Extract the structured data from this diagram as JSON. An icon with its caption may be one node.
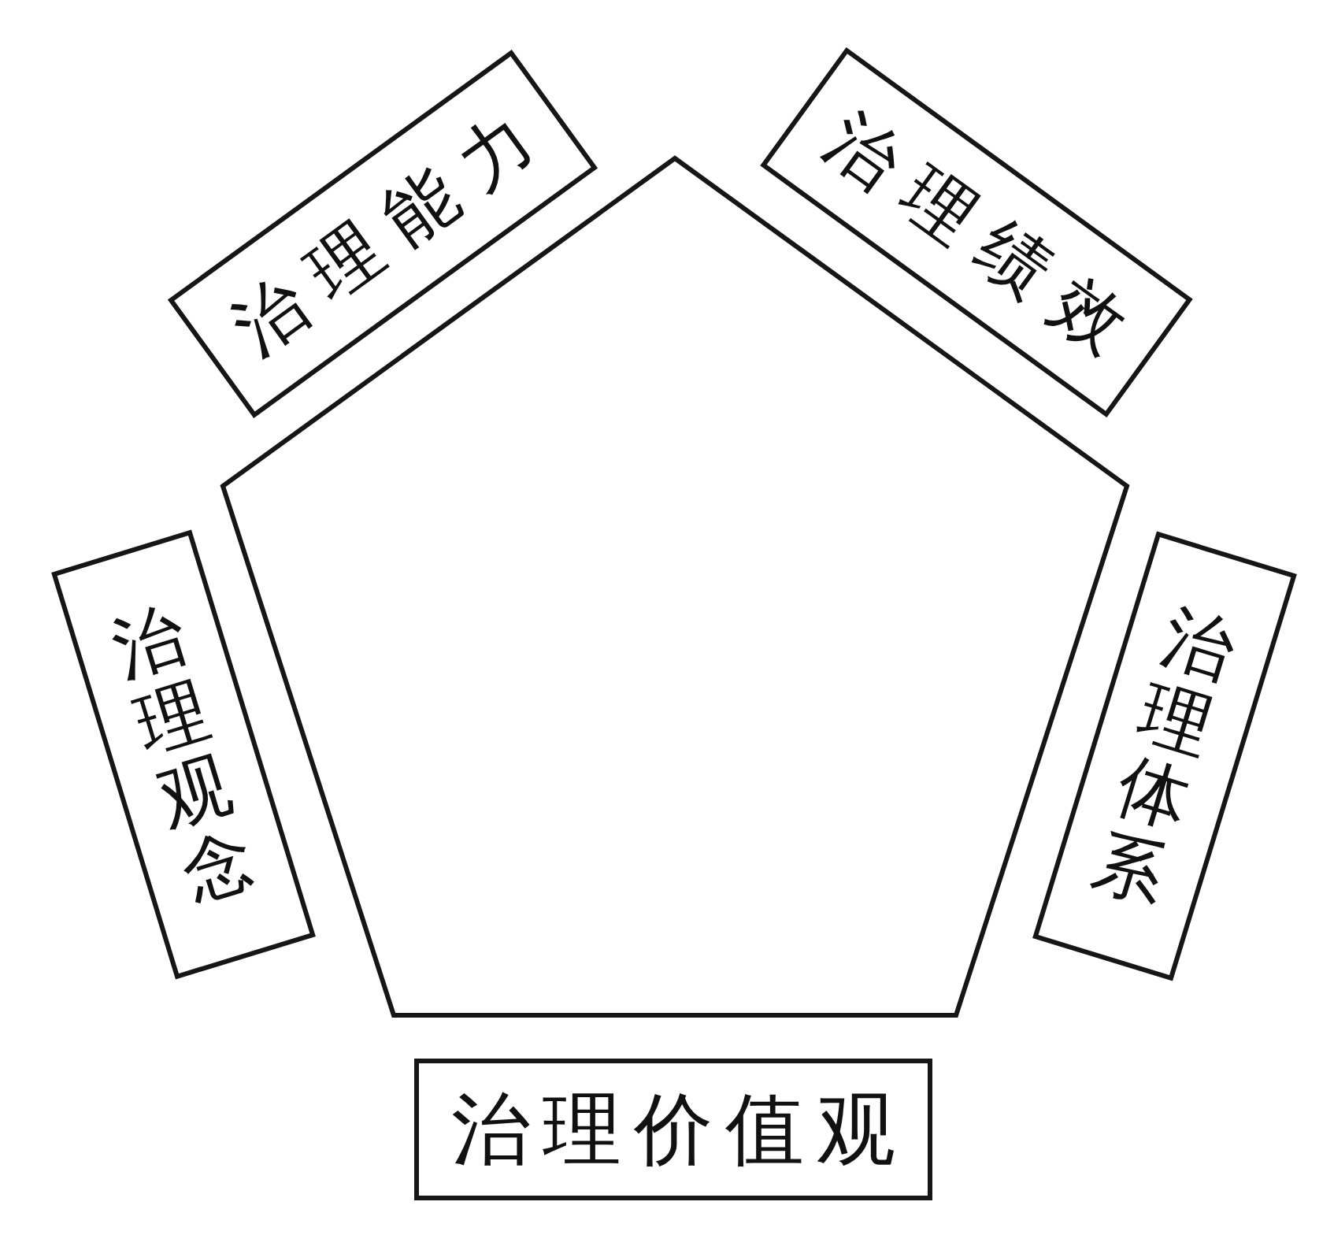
{
  "diagram": {
    "nodes": [
      {
        "text": [
          "治理能力"
        ]
      },
      {
        "text": [
          "治理绩效"
        ]
      },
      {
        "text": [],
        "shape": "pentagon"
      },
      {
        "text": [
          "治理观念"
        ]
      },
      {
        "text": [
          "治理体系"
        ]
      },
      {
        "text": [
          "治理价值观"
        ]
      }
    ]
  }
}
